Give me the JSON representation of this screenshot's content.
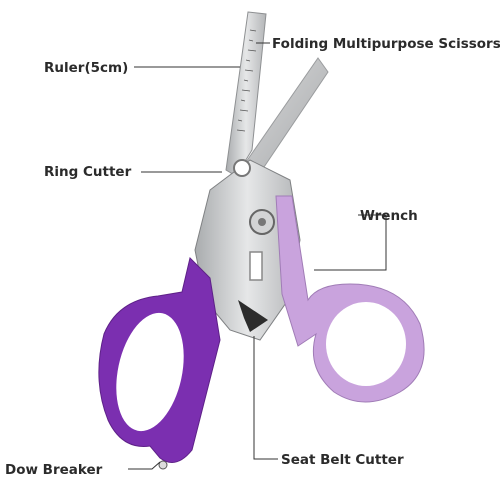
{
  "callouts": {
    "folding_scissors": "Folding Multipurpose Scissors",
    "ruler": "Ruler(5cm)",
    "ring_cutter": "Ring Cutter",
    "wrench": "Wrench",
    "seat_belt_cutter": "Seat Belt Cutter",
    "dow_breaker": "Dow Breaker"
  },
  "colors": {
    "purple_handle": "#7b2fb0",
    "lavender_handle": "#c9a3dd",
    "steel": "#c9cbcc",
    "line": "#333333"
  }
}
